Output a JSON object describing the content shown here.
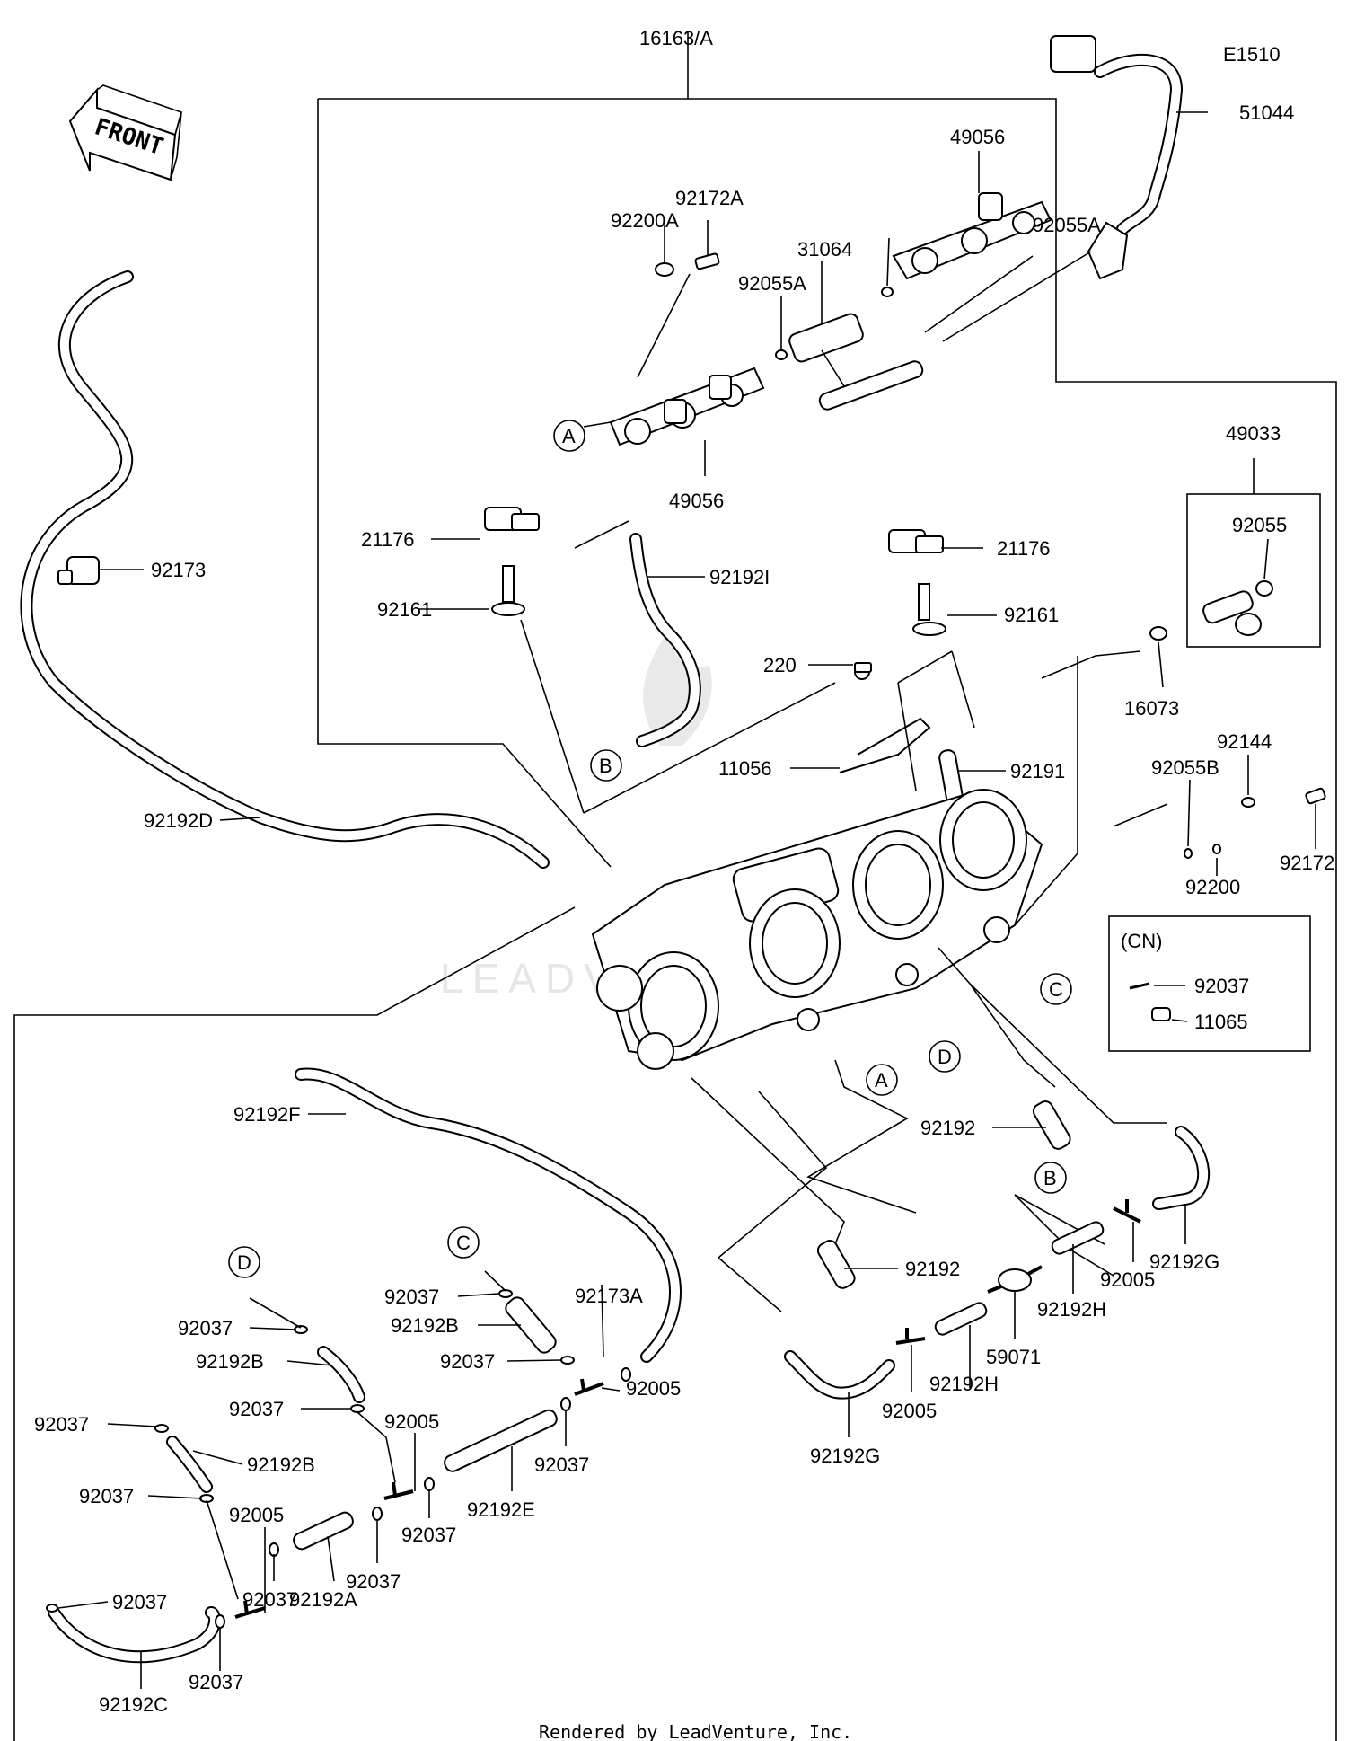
{
  "diagram_code": "E1510",
  "front_label": "FRONT",
  "footer": "Rendered by LeadVenture, Inc.",
  "watermark": "LEADVENTURE",
  "group_titles": {
    "assembly": "16163/A",
    "kit": "49033",
    "cn_box": "(CN)"
  },
  "callouts": [
    "A",
    "B",
    "C",
    "D"
  ],
  "part_labels": {
    "p51044": "51044",
    "p49056_top": "49056",
    "p92172A": "92172A",
    "p92200A": "92200A",
    "p92055A_r": "92055A",
    "p31064": "31064",
    "p92055A_l": "92055A",
    "p49056_bot": "49056",
    "p21176_l": "21176",
    "p92161_l": "92161",
    "p92192I": "92192I",
    "p92173": "92173",
    "p21176_r": "21176",
    "p92161_r": "92161",
    "p220": "220",
    "p11056": "11056",
    "p92191": "92191",
    "p92192D": "92192D",
    "p92055": "92055",
    "p16073": "16073",
    "p92144": "92144",
    "p92055B": "92055B",
    "p92172": "92172",
    "p92200": "92200",
    "p92037_cn": "92037",
    "p11065": "11065",
    "p92192F": "92192F",
    "p92192_up": "92192",
    "p92192G_r": "92192G",
    "p92005_r": "92005",
    "p92192H_r": "92192H",
    "p59071": "59071",
    "p92192_mid": "92192",
    "p92005_m": "92005",
    "p92192H_m": "92192H",
    "p92192G_m": "92192G",
    "p92037_c1": "92037",
    "p92192B_c": "92192B",
    "p92173A": "92173A",
    "p92037_c2": "92037",
    "p92005_c": "92005",
    "p92037_c3": "92037",
    "p92037_d1": "92037",
    "p92192B_d": "92192B",
    "p92037_d2": "92037",
    "p92005_d": "92005",
    "p92192E": "92192E",
    "p92037_d3": "92037",
    "p92037_d4": "92037",
    "p92192A": "92192A",
    "p92037_l1": "92037",
    "p92192B_l": "92192B",
    "p92037_l2": "92037",
    "p92005_l": "92005",
    "p92037_l3": "92037",
    "p92037_l4": "92037",
    "p92037_l5": "92037",
    "p92192C": "92192C"
  }
}
